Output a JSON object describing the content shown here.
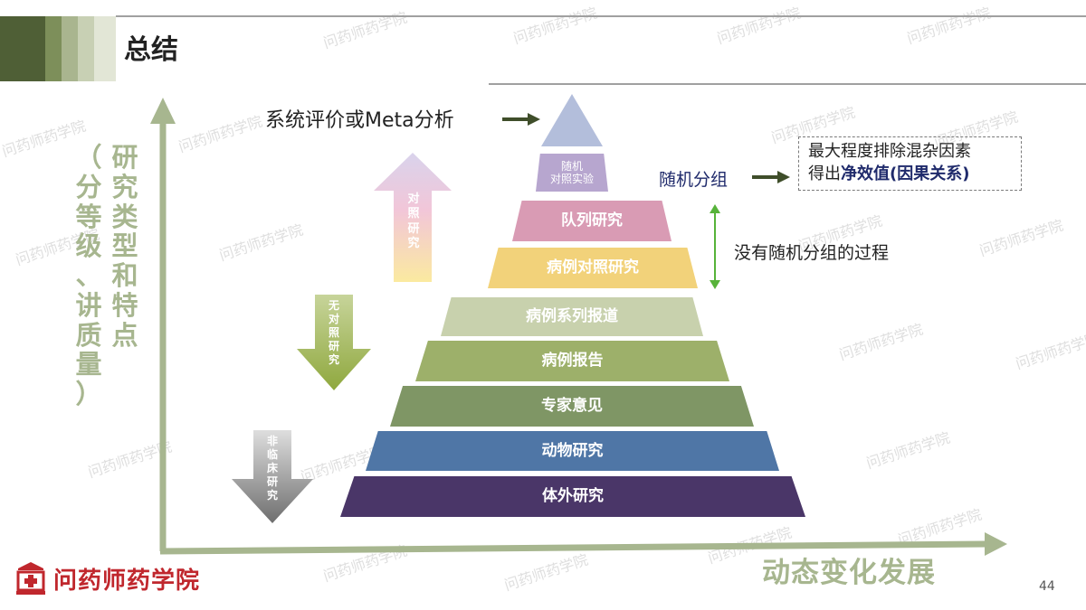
{
  "header": {
    "title": "总结"
  },
  "pyramid": {
    "top": "系统评价或Meta分析",
    "layers": [
      {
        "line1": "随机",
        "line2": "对照实验",
        "color": "#b7a6cf"
      },
      {
        "label": "队列研究",
        "color": "#d99bb4"
      },
      {
        "label": "病例对照研究",
        "color": "#f2d27a"
      },
      {
        "label": "病例系列报道",
        "color": "#c8d1ad"
      },
      {
        "label": "病例报告",
        "color": "#9db06a"
      },
      {
        "label": "专家意见",
        "color": "#7f9665"
      },
      {
        "label": "动物研究",
        "color": "#4f76a6"
      },
      {
        "label": "体外研究",
        "color": "#4a3668"
      }
    ],
    "top_color": "#b3bedb"
  },
  "side_arrows": {
    "controlled": [
      "对",
      "照",
      "研",
      "究"
    ],
    "uncontrolled": [
      "无",
      "对",
      "照",
      "研",
      "究"
    ],
    "nonclinical": [
      "非",
      "临",
      "床",
      "研",
      "究"
    ]
  },
  "annotations": {
    "random_grouping": "随机分组",
    "box_line1": "最大程度排除混杂因素",
    "box_line2_prefix": "得出",
    "box_line2_highlight": "净效值(因果关系)",
    "no_random": "没有随机分组的过程"
  },
  "axes": {
    "y_label_col1": [
      "（",
      "分",
      "等",
      "级",
      "、",
      "讲",
      "质",
      "量",
      "）"
    ],
    "y_label_col2": [
      "研",
      "究",
      "类",
      "型",
      "和",
      "特",
      "点"
    ],
    "x_label": "动态变化发展"
  },
  "footer": {
    "logo_text": "问药师药学院",
    "page_number": "44"
  },
  "watermark": "问药师药学院"
}
